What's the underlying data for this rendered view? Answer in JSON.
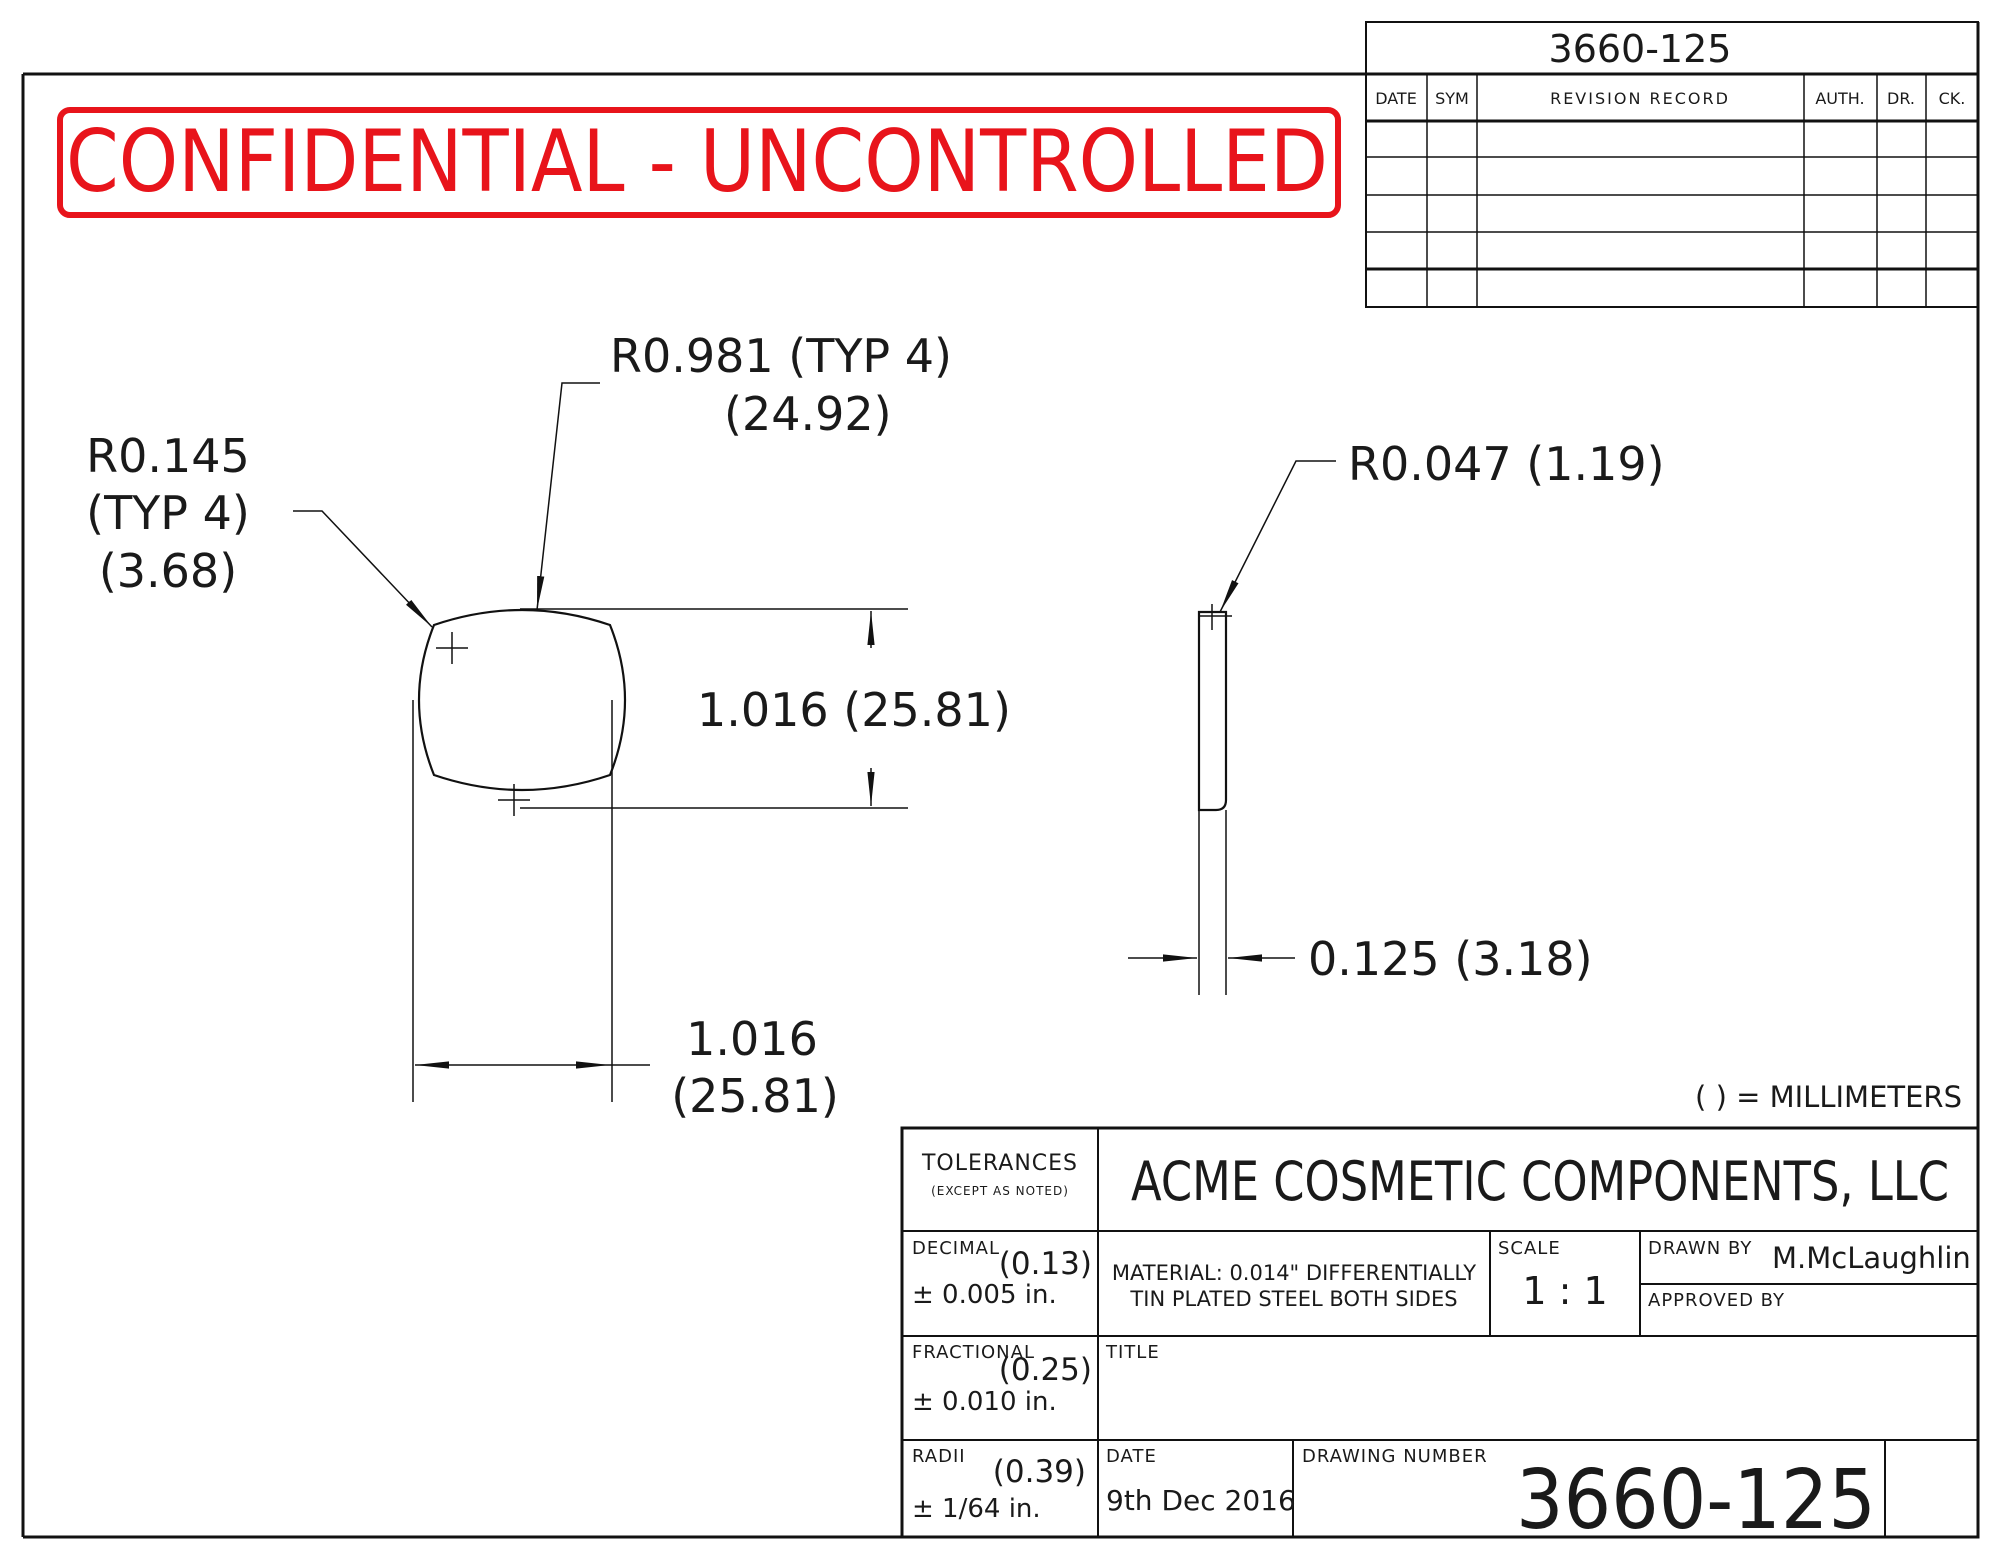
{
  "header": {
    "drawing_number_tab": "3660-125"
  },
  "stamp": {
    "text": "CONFIDENTIAL - UNCONTROLLED",
    "color": "#e8141b"
  },
  "revision_table": {
    "columns": [
      "DATE",
      "SYM",
      "REVISION RECORD",
      "AUTH.",
      "DR.",
      "CK."
    ],
    "rows": [
      [
        "",
        "",
        "",
        "",
        "",
        ""
      ],
      [
        "",
        "",
        "",
        "",
        "",
        ""
      ],
      [
        "",
        "",
        "",
        "",
        "",
        ""
      ],
      [
        "",
        "",
        "",
        "",
        "",
        ""
      ],
      [
        "",
        "",
        "",
        "",
        "",
        ""
      ]
    ]
  },
  "dimensions": {
    "large_radius": {
      "line1": "R0.981 (TYP 4)",
      "line2": "(24.92)"
    },
    "corner_radius": {
      "line1": "R0.145",
      "line2": "(TYP 4)",
      "line3": "(3.68)"
    },
    "height": "1.016 (25.81)",
    "width": {
      "line1": "1.016",
      "line2": "(25.81)"
    },
    "edge_radius": "R0.047 (1.19)",
    "thickness": "0.125 (3.18)"
  },
  "units_note": "( ) = MILLIMETERS",
  "title_block": {
    "tolerances_label": "TOLERANCES",
    "tolerances_sub": "(EXCEPT AS NOTED)",
    "company": "ACME COSMETIC COMPONENTS, LLC",
    "decimal": {
      "label": "DECIMAL",
      "mm": "(0.13)",
      "value": "± 0.005 in."
    },
    "fractional": {
      "label": "FRACTIONAL",
      "mm": "(0.25)",
      "value": "± 0.010 in."
    },
    "radii": {
      "label": "RADII",
      "mm": "(0.39)",
      "value": "± 1/64 in."
    },
    "material_line1": "MATERIAL: 0.014\" DIFFERENTIALLY",
    "material_line2": "TIN PLATED STEEL BOTH SIDES",
    "scale_label": "SCALE",
    "scale_value": "1 : 1",
    "drawn_by_label": "DRAWN BY",
    "drawn_by_value": "M.McLaughlin",
    "approved_by_label": "APPROVED BY",
    "title_label": "TITLE",
    "date_label": "DATE",
    "date_value": "9th Dec 2016",
    "drawing_number_label": "DRAWING NUMBER",
    "drawing_number_value": "3660-125"
  }
}
